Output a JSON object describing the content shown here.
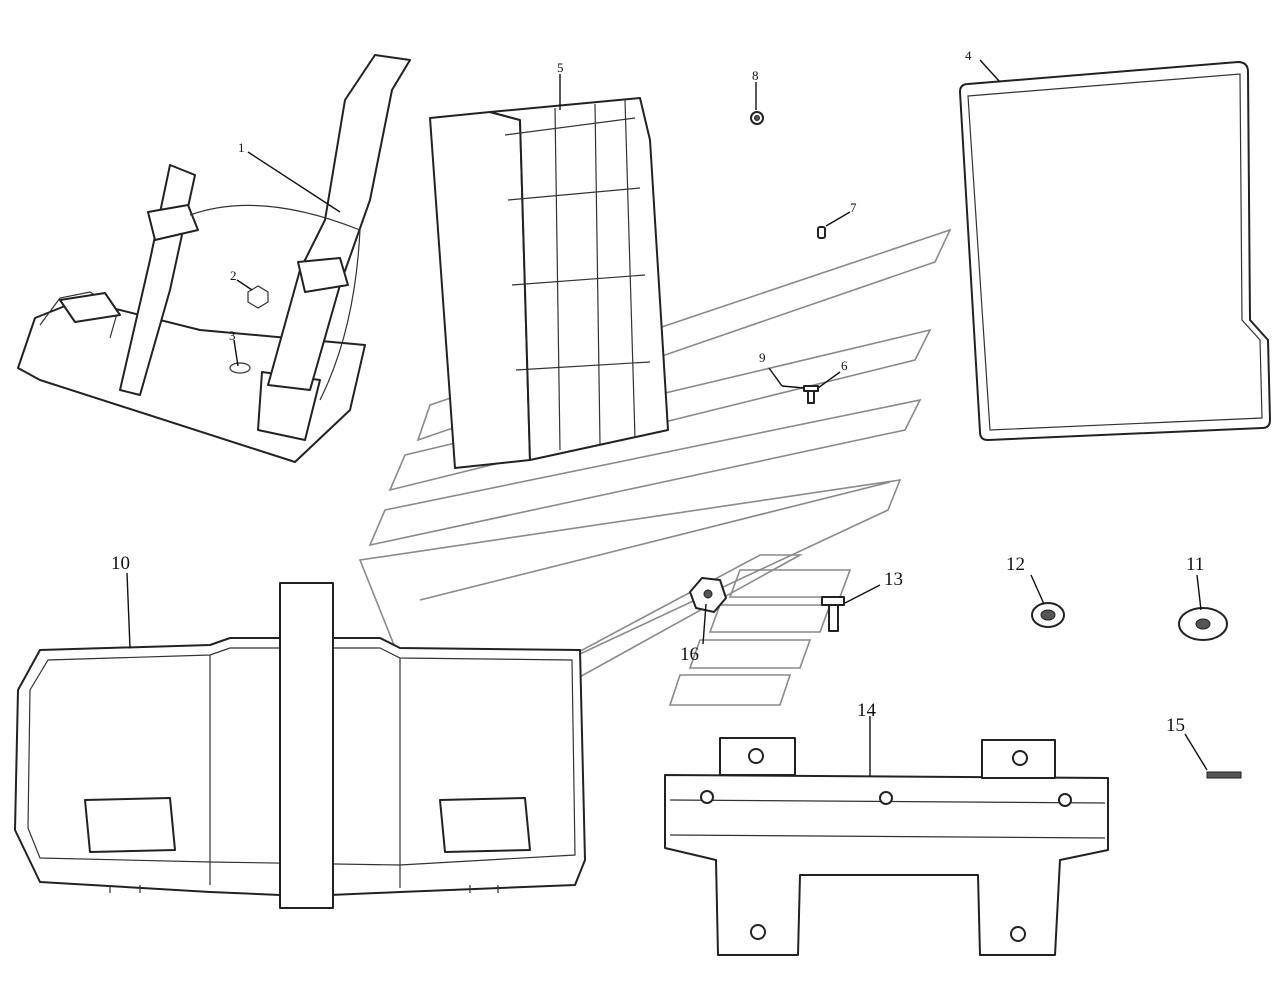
{
  "callouts": {
    "c1": "1",
    "c2": "2",
    "c3": "3",
    "c4": "4",
    "c5": "5",
    "c6": "6",
    "c7": "7",
    "c8": "8",
    "c9": "9",
    "c10": "10",
    "c11": "11",
    "c12": "12",
    "c13": "13",
    "c14": "14",
    "c15": "15",
    "c16": "16"
  },
  "colors": {
    "line": "#222222",
    "watermark": "#8a8a8a",
    "background": "#ffffff"
  }
}
